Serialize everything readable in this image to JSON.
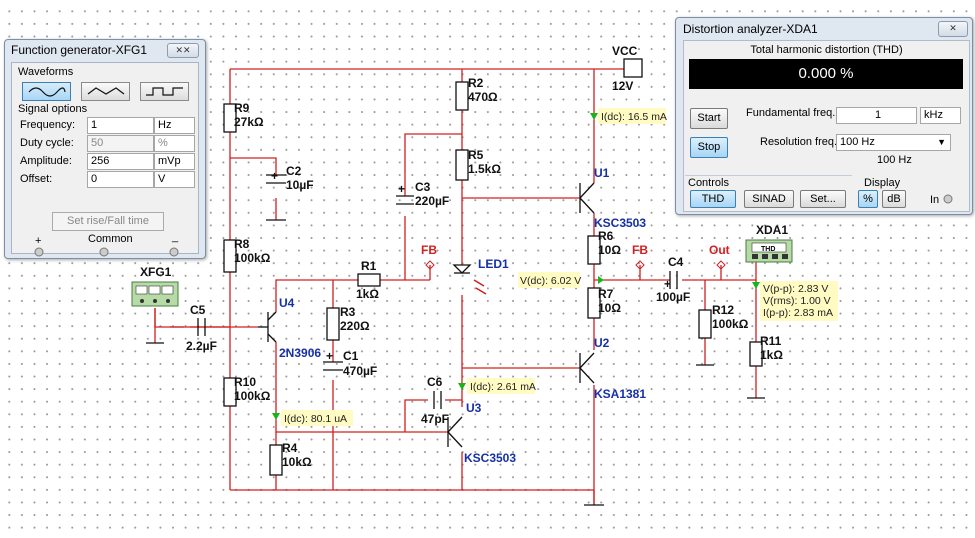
{
  "function_generator": {
    "title": "Function generator-XFG1",
    "close_label": "✕✕",
    "waveforms_label": "Waveforms",
    "signal_options_label": "Signal options",
    "fields": [
      {
        "name": "Frequency:",
        "value": "1",
        "unit": "Hz"
      },
      {
        "name": "Duty cycle:",
        "value": "50",
        "unit": "%"
      },
      {
        "name": "Amplitude:",
        "value": "256",
        "unit": "mVp"
      },
      {
        "name": "Offset:",
        "value": "0",
        "unit": "V"
      }
    ],
    "rise_fall_button": "Set rise/Fall time",
    "terminal_plus": "+",
    "terminal_common": "Common",
    "terminal_minus": "_"
  },
  "distortion_analyzer": {
    "title": "Distortion analyzer-XDA1",
    "close_label": "✕",
    "thd_label": "Total harmonic distortion (THD)",
    "thd_value": "0.000 %",
    "start_button": "Start",
    "stop_button": "Stop",
    "fundamental_label": "Fundamental freq.",
    "fundamental_value": "1",
    "fundamental_unit": "kHz",
    "resolution_label": "Resolution freq.",
    "resolution_value": "100 Hz",
    "resolution_readout": "100 Hz",
    "controls_label": "Controls",
    "display_label": "Display",
    "thd_button": "THD",
    "sinad_button": "SINAD",
    "set_button": "Set...",
    "percent_button": "%",
    "db_button": "dB",
    "in_label": "In"
  },
  "schematic": {
    "vcc_label": "VCC",
    "vcc_value": "12V",
    "xfg1_label": "XFG1",
    "xda1_label": "XDA1",
    "xda1_screen": "THD",
    "components": {
      "R9": {
        "name": "R9",
        "value": "27kΩ"
      },
      "R8": {
        "name": "R8",
        "value": "100kΩ"
      },
      "R10": {
        "name": "R10",
        "value": "100kΩ"
      },
      "R4": {
        "name": "R4",
        "value": "10kΩ"
      },
      "R3": {
        "name": "R3",
        "value": "220Ω"
      },
      "R1": {
        "name": "R1",
        "value": "1kΩ"
      },
      "R2": {
        "name": "R2",
        "value": "470Ω"
      },
      "R5": {
        "name": "R5",
        "value": "1.5kΩ"
      },
      "R6": {
        "name": "R6",
        "value": "10Ω"
      },
      "R7": {
        "name": "R7",
        "value": "10Ω"
      },
      "R12": {
        "name": "R12",
        "value": "100kΩ"
      },
      "R11": {
        "name": "R11",
        "value": "1kΩ"
      },
      "C2": {
        "name": "C2",
        "value": "10µF"
      },
      "C3": {
        "name": "C3",
        "value": "220µF"
      },
      "C5": {
        "name": "C5",
        "value": "2.2µF"
      },
      "C1": {
        "name": "C1",
        "value": "470µF"
      },
      "C6": {
        "name": "C6",
        "value": "47pF"
      },
      "C4": {
        "name": "C4",
        "value": "100µF"
      },
      "U1": {
        "name": "U1",
        "value": "KSC3503"
      },
      "U2": {
        "name": "U2",
        "value": "KSA1381"
      },
      "U3": {
        "name": "U3",
        "value": "KSC3503"
      },
      "U4": {
        "name": "U4",
        "value": "2N3906"
      },
      "LED1": {
        "name": "LED1"
      }
    },
    "fb1": "FB",
    "fb2": "FB",
    "out": "Out",
    "probes": {
      "i_u1": "I(dc): 16.5 mA",
      "v_mid": "V(dc): 6.02 V",
      "i_u3": "I(dc): 2.61 mA",
      "i_u4": "I(dc): 80.1 uA",
      "out_vpp": "V(p-p): 2.83 V",
      "out_vrms": "V(rms): 1.00 V",
      "out_ipp": "I(p-p): 2.83 mA"
    }
  }
}
